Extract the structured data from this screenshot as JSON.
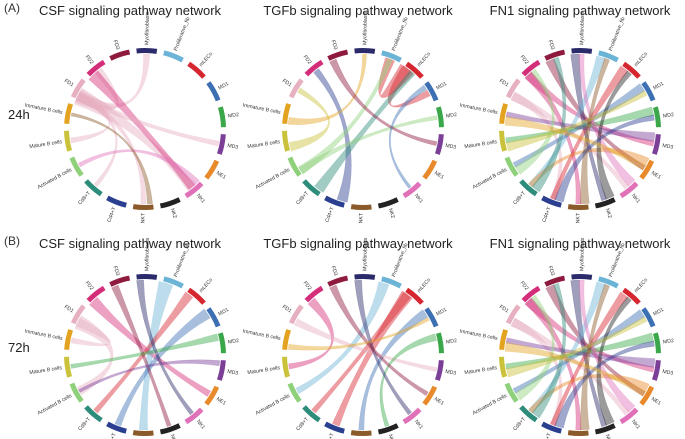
{
  "panels": [
    {
      "label": "(A)",
      "row_label": "24h"
    },
    {
      "label": "(B)",
      "row_label": "72h"
    }
  ],
  "pathways": [
    {
      "title": "CSF signaling pathway network"
    },
    {
      "title": "TGFb signaling pathway network"
    },
    {
      "title": "FN1 signaling pathway network"
    }
  ],
  "cell_types": [
    {
      "name": "FD1",
      "color": "#e6b0c0"
    },
    {
      "name": "FD2",
      "color": "#d42e7a"
    },
    {
      "name": "FD3",
      "color": "#8e1b3e"
    },
    {
      "name": "Myofibroblasts",
      "color": "#2b2b6b"
    },
    {
      "name": "Proliferative_fib",
      "color": "#6cb4d6"
    },
    {
      "name": "mLECs",
      "color": "#d6262f"
    },
    {
      "name": "MD1",
      "color": "#3d6fb3"
    },
    {
      "name": "MD2",
      "color": "#3aa84a"
    },
    {
      "name": "MD3",
      "color": "#7b3f98"
    },
    {
      "name": "NE1",
      "color": "#e88a2b"
    },
    {
      "name": "NK1",
      "color": "#e070b8"
    },
    {
      "name": "NK2",
      "color": "#222222"
    },
    {
      "name": "NKT",
      "color": "#8b5a2b"
    },
    {
      "name": "Cd4+T",
      "color": "#2a3f8f"
    },
    {
      "name": "Cd8+T",
      "color": "#2e8c7a"
    },
    {
      "name": "Activated B cells",
      "color": "#8fd07a"
    },
    {
      "name": "Mature B cells",
      "color": "#c9c23a"
    },
    {
      "name": "Immature B cells",
      "color": "#e3a321"
    }
  ],
  "chart_data": [
    {
      "type": "chord",
      "row": "24h",
      "pathway": "CSF signaling pathway network",
      "links": [
        [
          0,
          1,
          1.6
        ],
        [
          0,
          3,
          1.2
        ],
        [
          0,
          10,
          2.0
        ],
        [
          0,
          12,
          1.0
        ],
        [
          0,
          16,
          1.0
        ],
        [
          0,
          14,
          0.8
        ],
        [
          1,
          10,
          1.4
        ],
        [
          0,
          8,
          1.0
        ],
        [
          10,
          15,
          0.8
        ],
        [
          12,
          17,
          0.6
        ]
      ]
    },
    {
      "type": "chord",
      "row": "24h",
      "pathway": "TGFb signaling pathway network",
      "links": [
        [
          5,
          4,
          1.8
        ],
        [
          5,
          6,
          1.2
        ],
        [
          13,
          1,
          1.2
        ],
        [
          14,
          5,
          1.2
        ],
        [
          16,
          0,
          1.0
        ],
        [
          15,
          4,
          1.0
        ],
        [
          15,
          7,
          0.8
        ],
        [
          17,
          3,
          0.8
        ],
        [
          2,
          8,
          0.8
        ],
        [
          6,
          10,
          0.6
        ]
      ]
    },
    {
      "type": "chord",
      "row": "24h",
      "pathway": "FN1 signaling pathway network",
      "links": [
        [
          0,
          10,
          1
        ],
        [
          0,
          13,
          1
        ],
        [
          1,
          12,
          1
        ],
        [
          1,
          8,
          1
        ],
        [
          2,
          9,
          1
        ],
        [
          3,
          11,
          1
        ],
        [
          4,
          14,
          1
        ],
        [
          5,
          13,
          1
        ],
        [
          6,
          15,
          1
        ],
        [
          7,
          16,
          1
        ],
        [
          8,
          17,
          1
        ],
        [
          9,
          14,
          1
        ],
        [
          10,
          3,
          1
        ],
        [
          11,
          5,
          1
        ],
        [
          12,
          4,
          1
        ],
        [
          13,
          7,
          1
        ],
        [
          14,
          2,
          1
        ],
        [
          15,
          1,
          1
        ],
        [
          16,
          6,
          1
        ],
        [
          17,
          9,
          1
        ]
      ]
    },
    {
      "type": "chord",
      "row": "72h",
      "pathway": "CSF signaling pathway network",
      "links": [
        [
          0,
          15,
          1.6
        ],
        [
          1,
          9,
          1.2
        ],
        [
          4,
          12,
          1.6
        ],
        [
          5,
          14,
          1.0
        ],
        [
          6,
          13,
          1.2
        ],
        [
          0,
          17,
          1.0
        ],
        [
          2,
          11,
          0.8
        ],
        [
          7,
          16,
          0.8
        ],
        [
          3,
          10,
          0.8
        ],
        [
          8,
          15,
          0.6
        ]
      ]
    },
    {
      "type": "chord",
      "row": "72h",
      "pathway": "TGFb signaling pathway network",
      "links": [
        [
          5,
          13,
          1.4
        ],
        [
          5,
          14,
          1.0
        ],
        [
          4,
          15,
          1.2
        ],
        [
          6,
          12,
          1.0
        ],
        [
          1,
          16,
          1.0
        ],
        [
          0,
          8,
          0.8
        ],
        [
          7,
          11,
          0.8
        ],
        [
          3,
          10,
          0.8
        ],
        [
          2,
          9,
          0.8
        ],
        [
          17,
          6,
          0.6
        ]
      ]
    },
    {
      "type": "chord",
      "row": "72h",
      "pathway": "FN1 signaling pathway network",
      "links": [
        [
          0,
          10,
          1
        ],
        [
          0,
          13,
          1
        ],
        [
          1,
          12,
          1
        ],
        [
          1,
          8,
          1
        ],
        [
          2,
          9,
          1
        ],
        [
          3,
          11,
          1
        ],
        [
          4,
          14,
          1
        ],
        [
          5,
          13,
          1
        ],
        [
          6,
          15,
          1
        ],
        [
          7,
          16,
          1
        ],
        [
          8,
          17,
          1
        ],
        [
          9,
          14,
          1
        ],
        [
          10,
          3,
          1
        ],
        [
          11,
          5,
          1
        ],
        [
          12,
          4,
          1
        ],
        [
          13,
          7,
          1
        ],
        [
          14,
          2,
          1
        ],
        [
          15,
          1,
          1
        ],
        [
          16,
          6,
          1
        ],
        [
          17,
          9,
          1
        ]
      ]
    }
  ]
}
